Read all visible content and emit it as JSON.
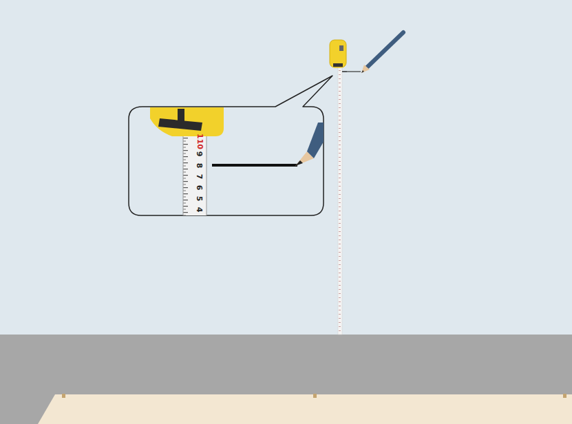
{
  "diagram": {
    "labels": [
      "4",
      "5",
      "6",
      "7",
      "8",
      "9",
      "110"
    ]
  }
}
